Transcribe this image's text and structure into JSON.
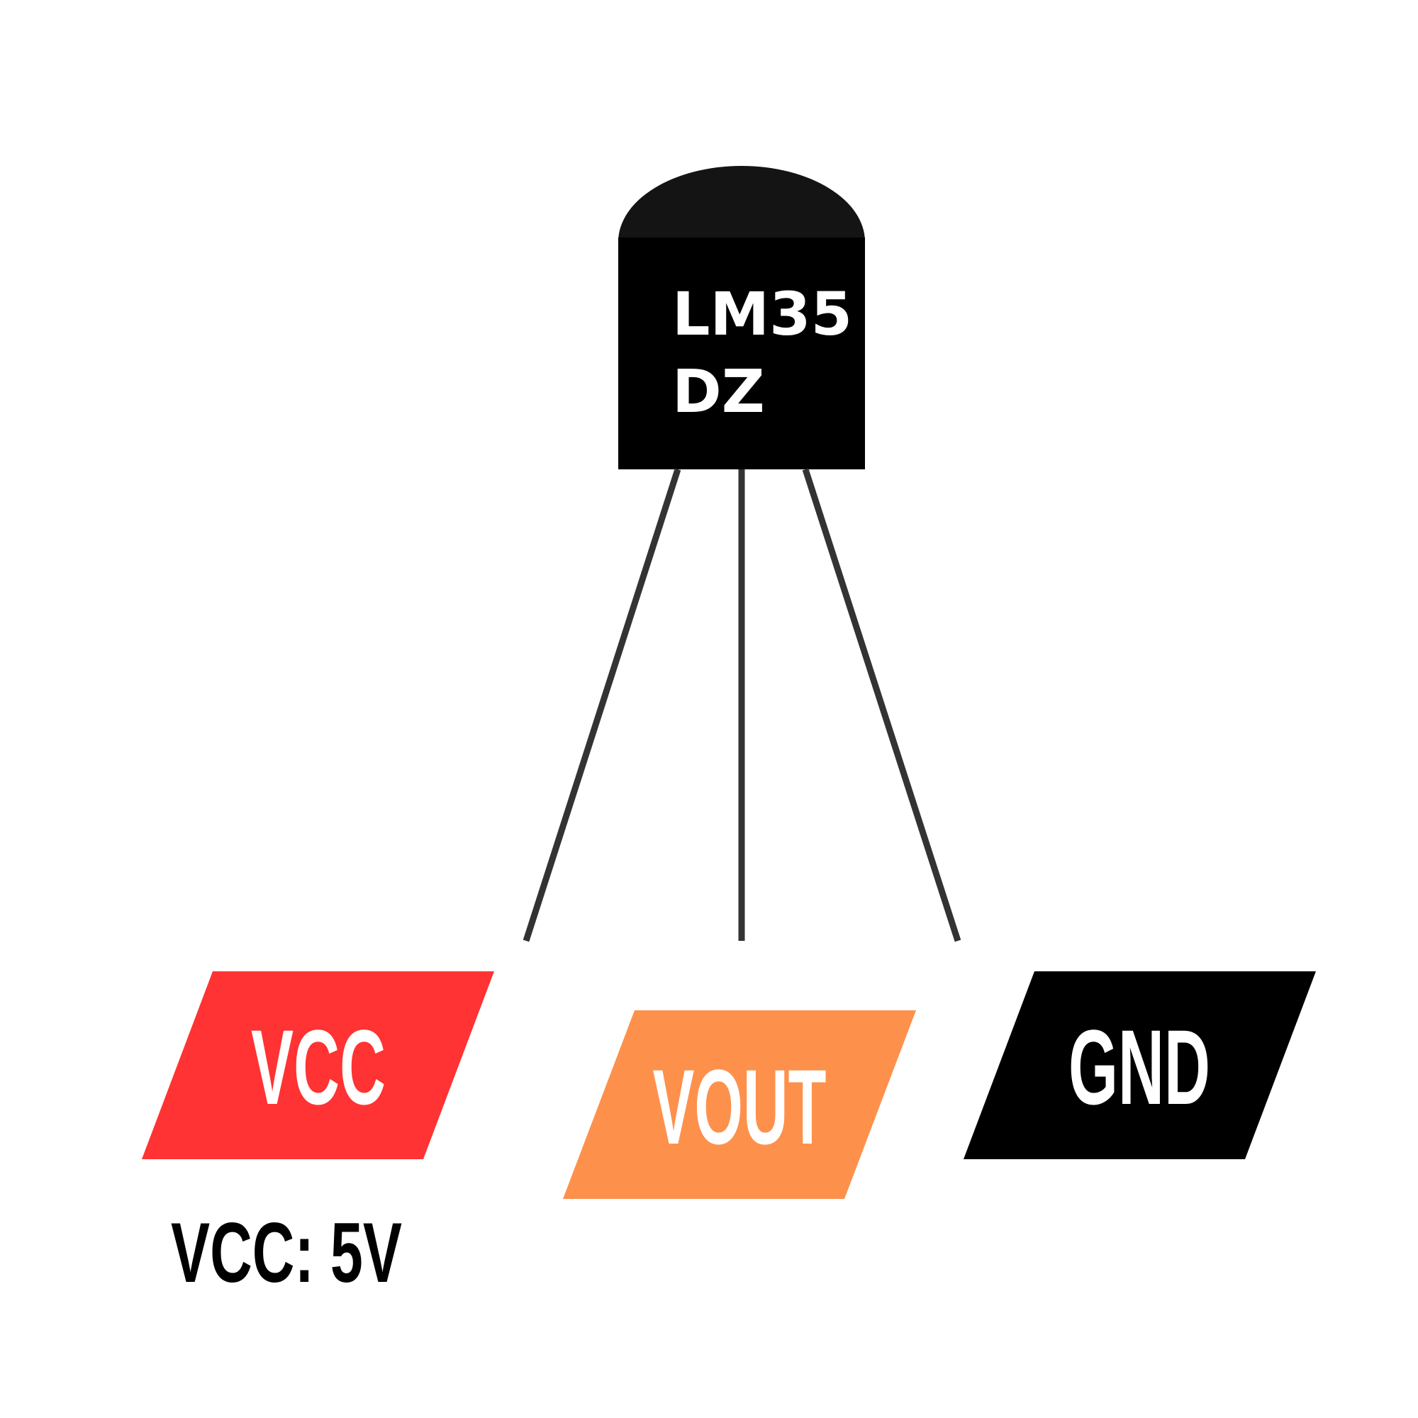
{
  "chip": {
    "line1": "LM35",
    "line2": "DZ",
    "body_color": "#000000",
    "cap_color": "#141414"
  },
  "lead_color": "#333333",
  "pins": [
    {
      "label": "VCC",
      "color": "#ff3333",
      "text_color": "#ffffff"
    },
    {
      "label": "VOUT",
      "color": "#fd914c",
      "text_color": "#ffffff"
    },
    {
      "label": "GND",
      "color": "#000000",
      "text_color": "#ffffff"
    }
  ],
  "note": "VCC: 5V"
}
